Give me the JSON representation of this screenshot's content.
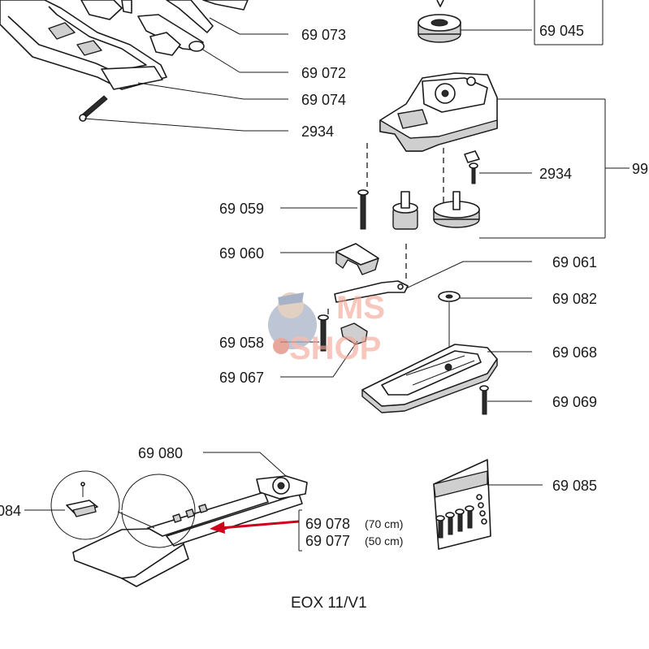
{
  "labels": {
    "p69073": "69 073",
    "p69072": "69 072",
    "p69074": "69 074",
    "p2934a": "2934",
    "p69045": "69 045",
    "p2934b": "2934",
    "p99": "99",
    "p69059": "69 059",
    "p69060": "69 060",
    "p69061": "69 061",
    "p69082": "69 082",
    "p69058": "69 058",
    "p69068": "69 068",
    "p69067": "69 067",
    "p69069": "69 069",
    "p69080": "69 080",
    "p69085": "69 085",
    "p084": "084",
    "p69078": "69 078",
    "p69078_note": "(70 cm)",
    "p69077": "69 077",
    "p69077_note": "(50 cm)"
  },
  "model": "EOX 11/V1",
  "watermark": {
    "line1": "MS",
    "line2": "SHOP"
  },
  "colors": {
    "line": "#1a1a1a",
    "arrow": "#d0021b",
    "watermark": "#f2a79a",
    "watermark_figure": "#a9b3c9"
  }
}
